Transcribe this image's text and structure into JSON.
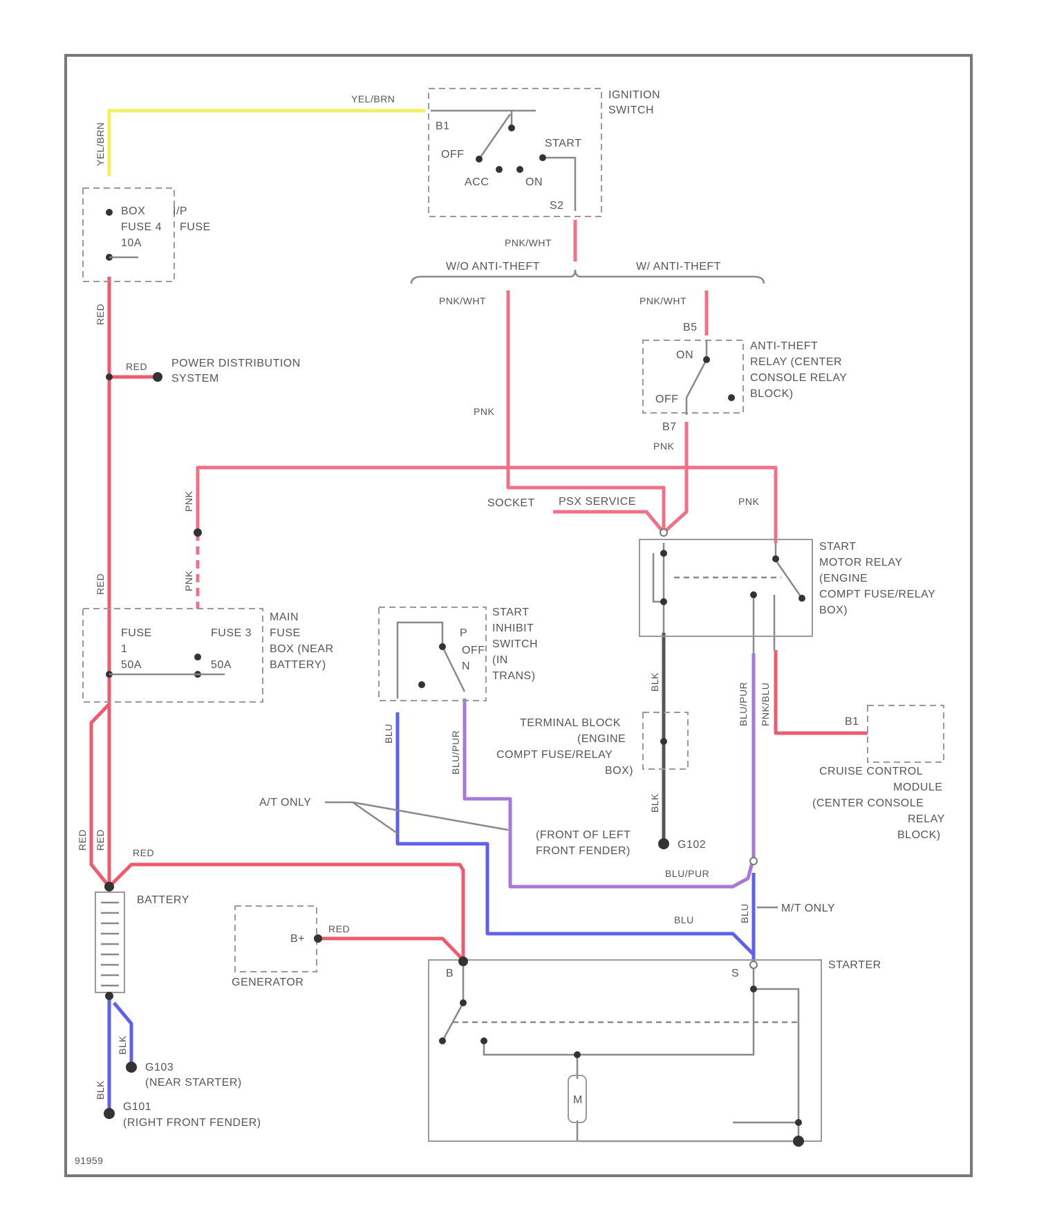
{
  "diagram_code": "91959",
  "components": {
    "ignition_switch": {
      "name_line1": "IGNITION",
      "name_line2": "SWITCH",
      "term_b1": "B1",
      "term_s2": "S2",
      "pos_off": "OFF",
      "pos_acc": "ACC",
      "pos_on": "ON",
      "pos_start": "START"
    },
    "fuse_box_top": {
      "line1": "BOX",
      "line2": "FUSE 4",
      "line3": "10A",
      "right_top": "I/P",
      "right_mid": "FUSE"
    },
    "power_distribution": {
      "line1": "POWER DISTRIBUTION",
      "line2": "SYSTEM"
    },
    "anti_theft_relay": {
      "line1": "ANTI-THEFT",
      "line2": "RELAY (CENTER",
      "line3": "CONSOLE RELAY",
      "line4": "BLOCK)",
      "term_top": "B5",
      "term_bottom": "B7",
      "pos_on": "ON",
      "pos_off": "OFF"
    },
    "start_motor_relay": {
      "line1": "START",
      "line2": "MOTOR RELAY",
      "line3": "(ENGINE",
      "line4": "COMPT FUSE/RELAY",
      "line5": "BOX)"
    },
    "main_fuse_box": {
      "right_line1": "MAIN",
      "right_line2": "FUSE",
      "right_line3": "BOX (NEAR",
      "right_line4": "BATTERY)",
      "fuse1_line1": "FUSE",
      "fuse1_line2": "1",
      "fuse1_line3": "50A",
      "fuse2_line1": "FUSE 3",
      "fuse2_line3": "50A"
    },
    "start_inhibit_switch": {
      "line1": "START",
      "line2": "INHIBIT",
      "line3": "SWITCH",
      "line4": "(IN",
      "line5": "TRANS)",
      "pos_p": "P",
      "pos_off": "OFF",
      "pos_n": "N"
    },
    "terminal_block": {
      "line1": "TERMINAL BLOCK",
      "line2": "(ENGINE",
      "line3": "COMPT FUSE/RELAY",
      "line4": "BOX)"
    },
    "cruise_control_module": {
      "term": "B1",
      "line1": "CRUISE CONTROL",
      "line2": "MODULE",
      "line3": "(CENTER CONSOLE",
      "line4": "RELAY",
      "line5": "BLOCK)"
    },
    "battery": {
      "name": "BATTERY"
    },
    "generator": {
      "name": "GENERATOR",
      "term": "B+"
    },
    "starter": {
      "name": "STARTER",
      "term_b": "B",
      "term_s": "S",
      "motor": "M"
    },
    "ground_g102": {
      "id": "G102",
      "line1": "(FRONT OF LEFT",
      "line2": "FRONT FENDER)"
    },
    "ground_g103": {
      "id": "G103",
      "desc": "(NEAR STARTER)"
    },
    "ground_g101": {
      "id": "G101",
      "desc": "(RIGHT FRONT FENDER)"
    }
  },
  "notes": {
    "with_anti_theft": "W/O ANTI-THEFT",
    "without_anti_theft": "W/ ANTI-THEFT",
    "at_only": "A/T ONLY",
    "mt_only": "M/T ONLY",
    "socket": "SOCKET",
    "psx_service": "PSX SERVICE"
  },
  "wire_labels": {
    "yel_brn_h": "YEL/BRN",
    "yel_brn_v": "YEL/BRN",
    "red_top": "RED",
    "red_pds": "RED",
    "pnk_wht_top": "PNK/WHT",
    "pnk_wht_left": "PNK/WHT",
    "pnk_wht_right": "PNK/WHT",
    "pnk_left": "PNK",
    "pnk_right": "PNK",
    "pnk_relay": "PNK",
    "pnk_v1": "PNK",
    "pnk_v2": "PNK",
    "red_mid": "RED",
    "red_bat1": "RED",
    "red_bat2": "RED",
    "red_bat_h": "RED",
    "red_gen": "RED",
    "blk_1": "BLK",
    "blk_2": "BLK",
    "blu_inh": "BLU",
    "blu_pur_inh": "BLU/PUR",
    "blu_pur_rel": "BLU/PUR",
    "pnk_blu": "PNK/BLU",
    "blu_pur_h": "BLU/PUR",
    "blu_h": "BLU",
    "blu_v": "BLU",
    "blk_g103": "BLK",
    "blk_g101": "BLK"
  }
}
